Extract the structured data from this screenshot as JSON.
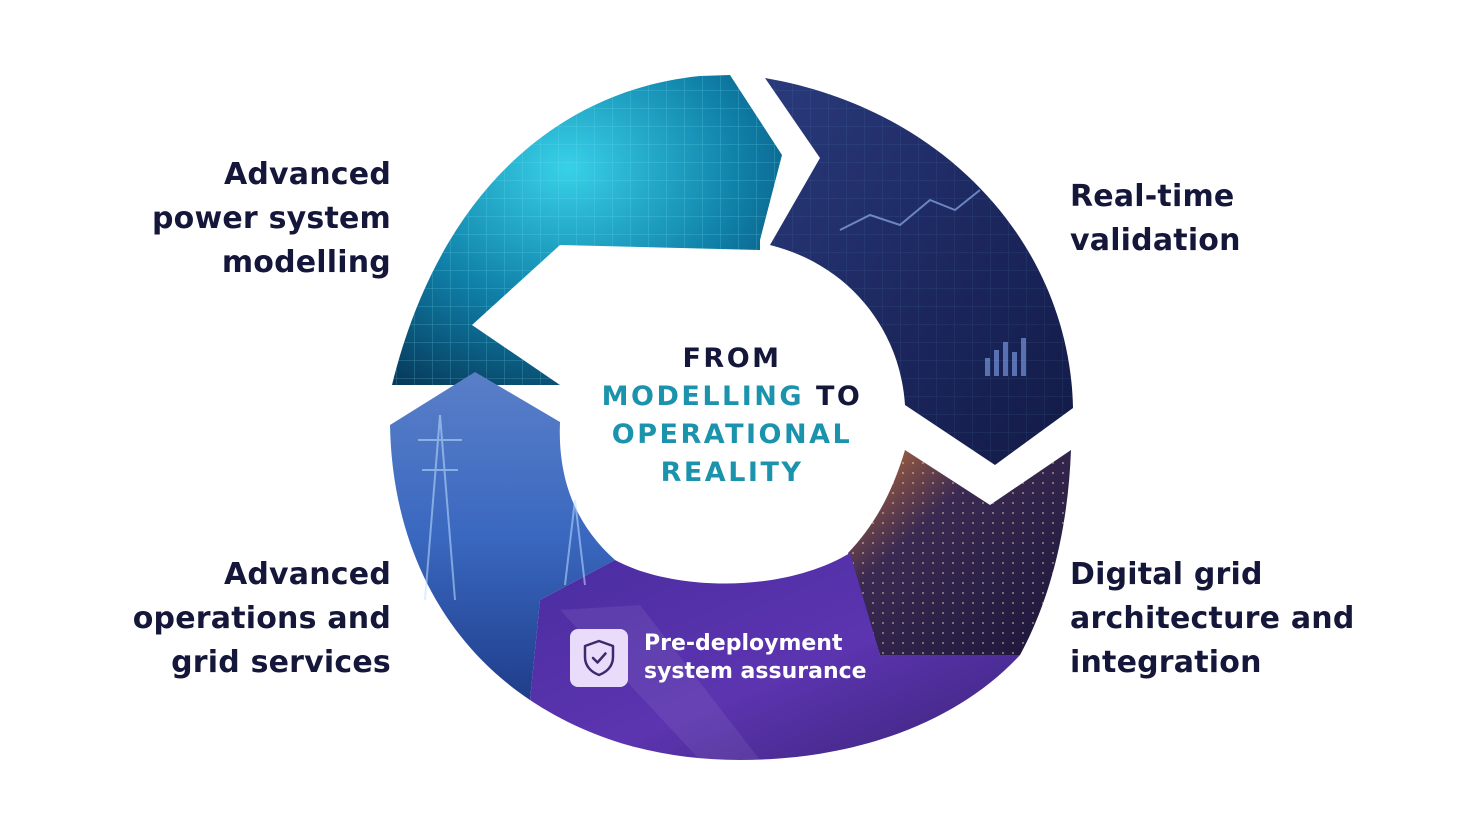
{
  "center": {
    "line1": "FROM",
    "line2a": "MODELLING",
    "line2b": " TO",
    "line3": "OPERATIONAL",
    "line4": "REALITY"
  },
  "segments": {
    "top_left": {
      "lines": [
        "Advanced",
        "power system",
        "modelling"
      ],
      "icon": "power-grid-circuit-image"
    },
    "top_right": {
      "lines": [
        "Real-time",
        "validation"
      ],
      "icon": "data-dashboard-image"
    },
    "bottom_right": {
      "lines": [
        "Digital grid",
        "architecture and",
        "integration"
      ],
      "icon": "digital-wave-image"
    },
    "bottom_left": {
      "lines": [
        "Advanced",
        "operations and",
        "grid services"
      ],
      "icon": "transmission-towers-image"
    }
  },
  "badge": {
    "lines": [
      "Pre-deployment",
      "system assurance"
    ],
    "icon": "shield-check-icon"
  },
  "colors": {
    "text_dark": "#15173a",
    "accent_teal": "#1b93ad",
    "badge_bg": "#e9dcfb",
    "segment_top_left": "#0f7fa8",
    "segment_top_right": "#1d2a63",
    "segment_bottom_right": "#2a1e4a",
    "segment_bottom_left": "#2f64b8",
    "segment_assurance": "#5b2fa8"
  }
}
